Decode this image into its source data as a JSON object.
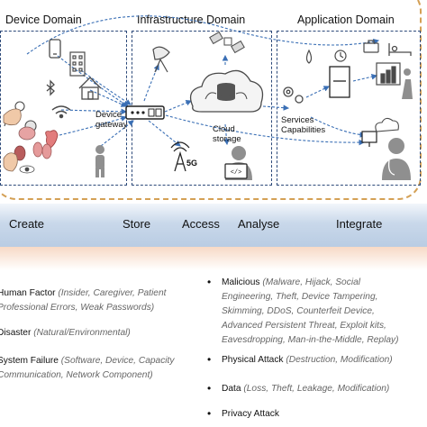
{
  "domains": {
    "device": "Device Domain",
    "infrastructure": "Infrastructure Domain",
    "application": "Application Domain"
  },
  "labels": {
    "device_gateway": "Device\ngateway",
    "fiveg": "5G",
    "cloud_storage": "Cloud\nstorage",
    "services": "Services\nCapabilities"
  },
  "stages": [
    "Create",
    "Store",
    "Access",
    "Analyse",
    "Integrate"
  ],
  "threats_left": [
    {
      "name": "Human Factor",
      "detail": "(Insider, Caregiver, Patient\nProfessional Errors, Weak Passwords)"
    },
    {
      "name": "Disaster",
      "detail": "(Natural/Environmental)"
    },
    {
      "name": "System Failure",
      "detail": "(Software, Device, Capacity\nCommunication, Network Component)"
    }
  ],
  "threats_right": [
    {
      "name": "Malicious",
      "detail": "(Malware, Hijack, Social\nEngineering, Theft, Device Tampering,\nSkimming, DDoS, Counterfeit Device,\nAdvanced Persistent Threat, Exploit kits,\nEavesdropping, Man-in-the-Middle, Replay)"
    },
    {
      "name": "Physical Attack",
      "detail": "(Destruction, Modification)"
    },
    {
      "name": "Data",
      "detail": "(Loss, Theft, Leakage, Modification)"
    },
    {
      "name": "Privacy Attack",
      "detail": ""
    }
  ],
  "colors": {
    "frame": "#d4a055",
    "domain_border": "#2d4a7a",
    "arrow": "#3a6fb5",
    "band": "#c9d8ea",
    "fade": "#f7d9c6",
    "icon": "#4a4a4a",
    "skin": "#f0c9a8"
  }
}
